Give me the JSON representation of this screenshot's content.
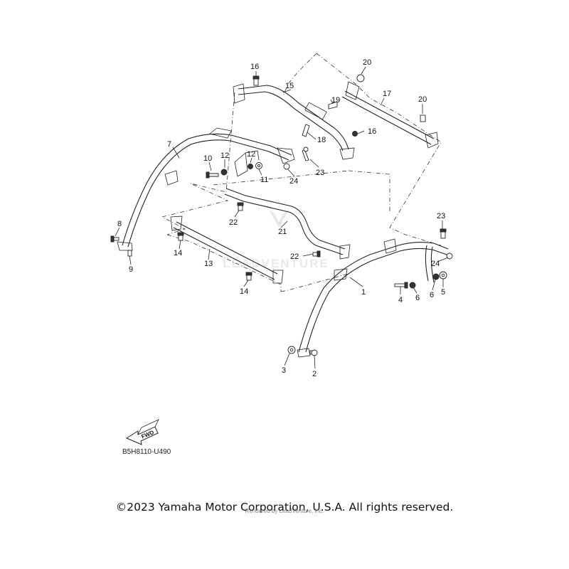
{
  "diagram": {
    "code": "B5H8110-U490",
    "fwd_label": "FWD",
    "watermark": "LEADVENTURE",
    "callouts": [
      "1",
      "2",
      "3",
      "4",
      "5",
      "6",
      "6",
      "7",
      "8",
      "9",
      "10",
      "11",
      "12",
      "12",
      "13",
      "14",
      "14",
      "15",
      "16",
      "16",
      "17",
      "18",
      "19",
      "20",
      "20",
      "21",
      "22",
      "22",
      "23",
      "23",
      "24",
      "24"
    ]
  },
  "footer": {
    "copyright": "©2023 Yamaha Motor Corporation, U.S.A. All rights reserved.",
    "rendered": "Rendered by LeadVenture, Inc."
  }
}
